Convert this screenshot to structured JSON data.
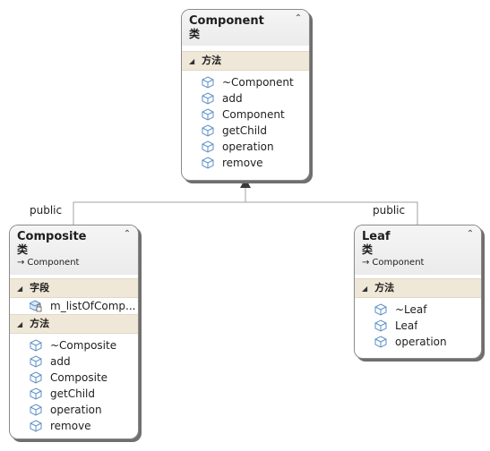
{
  "diagram": {
    "line_color": "#a0a0a0",
    "section_color": "#efe7d8",
    "icon_color": "#5b8ec7",
    "relations": [
      {
        "label": "public"
      },
      {
        "label": "public"
      }
    ]
  },
  "component": {
    "name": "Component",
    "kind": "类",
    "methods_title": "方法",
    "methods": [
      "~Component",
      "add",
      "Component",
      "getChild",
      "operation",
      "remove"
    ]
  },
  "composite": {
    "name": "Composite",
    "kind": "类",
    "base": "Component",
    "fields_title": "字段",
    "fields": [
      "m_listOfComp..."
    ],
    "methods_title": "方法",
    "methods": [
      "~Composite",
      "add",
      "Composite",
      "getChild",
      "operation",
      "remove"
    ]
  },
  "leaf": {
    "name": "Leaf",
    "kind": "类",
    "base": "Component",
    "methods_title": "方法",
    "methods": [
      "~Leaf",
      "Leaf",
      "operation"
    ]
  }
}
